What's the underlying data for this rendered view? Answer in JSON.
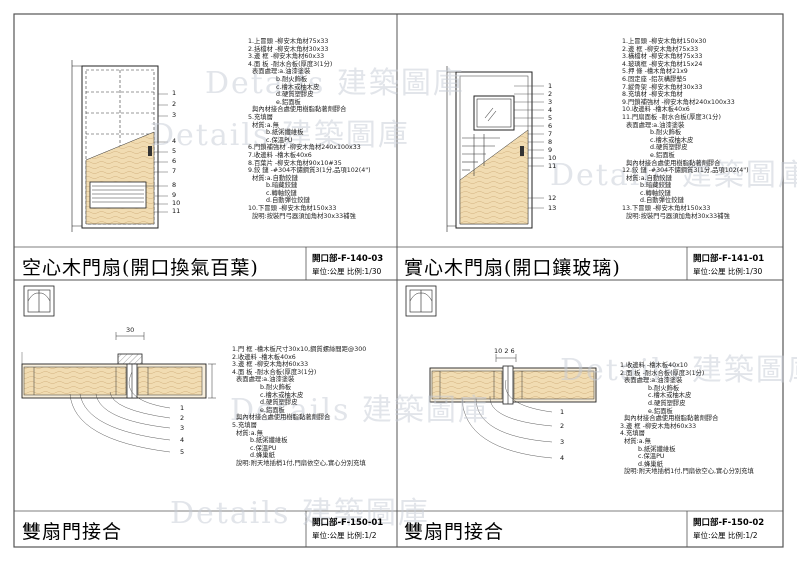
{
  "panels": [
    {
      "title": "空心木門扇(開口換氣百葉)",
      "code": "開口部-F-140-03",
      "scale": "單位:公厘 比例:1/30",
      "callouts": [
        "1",
        "2",
        "3",
        "4",
        "5",
        "6",
        "7",
        "8",
        "9",
        "10",
        "11"
      ],
      "notes": "1.上冒頭 -柳安木角材75x33\n2.括檔材 -柳安木角材30x33\n3.邊 框 -柳安木角材60x33\n4.面 板 -耐水合板(厚度3(1分)\n  表面處理:a.油漆塗裝\n              b.耐火飾板\n              c.檜木或柚木皮\n              d.硬質塑膠皮\n              e.鋁面板\n  與內材接合處使用樹脂黏著劑膠合\n5.充填層\n  材質:a.無\n         b.紙粥纖維板\n         c.保溫PU\n6.門鎖補強材 -柳安木角材240x100x33\n7.收邊料 -檜木板40x6\n8.百葉片 -柳安木角材90x10#35\n9.鉸 鏈 -#304不鏽鋼質3(1分,品項102(4\")\n  材質:a.自動鉸鏈\n         b.暗藏鉸鏈\n         c.轉軸鉸鏈\n         d.自動彈位鉸鏈\n10.下冒頭 -柳安木角材150x33\n  說明:按裝門弓器須加角材30x33補強"
    },
    {
      "title": "實心木門扇(開口鑲玻璃)",
      "code": "開口部-F-141-01",
      "scale": "單位:公厘 比例:1/30",
      "callouts": [
        "1",
        "2",
        "3",
        "4",
        "5",
        "6",
        "7",
        "8",
        "9",
        "10",
        "11",
        "12",
        "13"
      ],
      "notes": "1.上冒頭 -柳安木角材150x30\n2.邊 框 -柳安木角材75x33\n3.橫檔材 -柳安木角材75x33\n4.玻璃框 -柳安木角材15x24\n5.押 條 -檜木角材21x9\n6.固定座 -鋁灰構膠墊5\n7.縱骨架 -柳安木角材30x33\n8.充填材 -柳安木角材\n9.門鎖補強材 -柳安木角材240x100x33\n10.收邊料 -檜木板40x6\n11.門扇面板 -耐水合板(厚度3(1分)\n  表面處理:a.油漆塗裝\n              b.耐火飾板\n              c.檜木或柚木皮\n              d.硬質塑膠皮\n              e.鋁面板\n  與內材接合處使用樹脂黏著劑膠合\n12.鉸 鏈 -#304不鏽鋼質3(1分,品項102(4\")\n  材質:a.自動鉸鏈\n         b.暗藏鉸鏈\n         c.轉軸鉸鏈\n         d.自動彈位鉸鏈\n13.下冒頭 -柳安木角材150x33\n  說明:按裝門弓器須加角材30x33補強"
    },
    {
      "title": "雙扇門接合",
      "code": "開口部-F-150-01",
      "scale": "單位:公厘 比例:1/2",
      "dimension": "30",
      "callouts": [
        "1",
        "2",
        "3",
        "4",
        "5"
      ],
      "notes": "1.門 框 -檜木板尺寸30x10,鋼質螺絲間距@300\n2.收邊料 -檜木板40x6\n3.邊 框 -柳安木角材60x33\n4.面 板 -耐水合板(厚度3(1分)\n  表面處理:a.油漆塗裝\n              b.耐火飾板\n              c.檜木或柚木皮\n              d.硬質塑膠皮\n              e.鋁面板\n  與內材接合處使用樹脂黏著劑膠合\n5.充填層\n  材質:a.無\n         b.紙粥纖維板\n         c.保溫PU\n         d.蜂巢紙\n  說明:附天地插梢1付,門扇依空心,實心分別充填"
    },
    {
      "title": "雙扇門接合",
      "code": "開口部-F-150-02",
      "scale": "單位:公厘 比例:1/2",
      "dimension": "10 2 6",
      "callouts": [
        "1",
        "2",
        "3",
        "4"
      ],
      "notes": "1.收邊料 -檜木板40x10\n2.面 板 -耐水合板(厚度3(1分)\n  表面處理:a.油漆塗裝\n              b.耐火飾板\n              c.檜木或柚木皮\n              d.硬質塑膠皮\n              e.鋁面板\n  與內材接合處使用樹脂黏著劑膠合\n3.邊 框 -柳安木角材60x33\n4.充填層\n  材質:a.無\n         b.紙粥纖維板\n         c.保溫PU\n         d.蜂巢紙\n  說明:附天地插梢1付,門扇依空心,實心分別充填"
    }
  ],
  "watermark": "Details 建築圖庫",
  "colors": {
    "wood": "#e8cfa4",
    "fill": "#f4e6c8",
    "line": "#222222",
    "frame": "#555555",
    "watermark": "#c7ccd6"
  }
}
